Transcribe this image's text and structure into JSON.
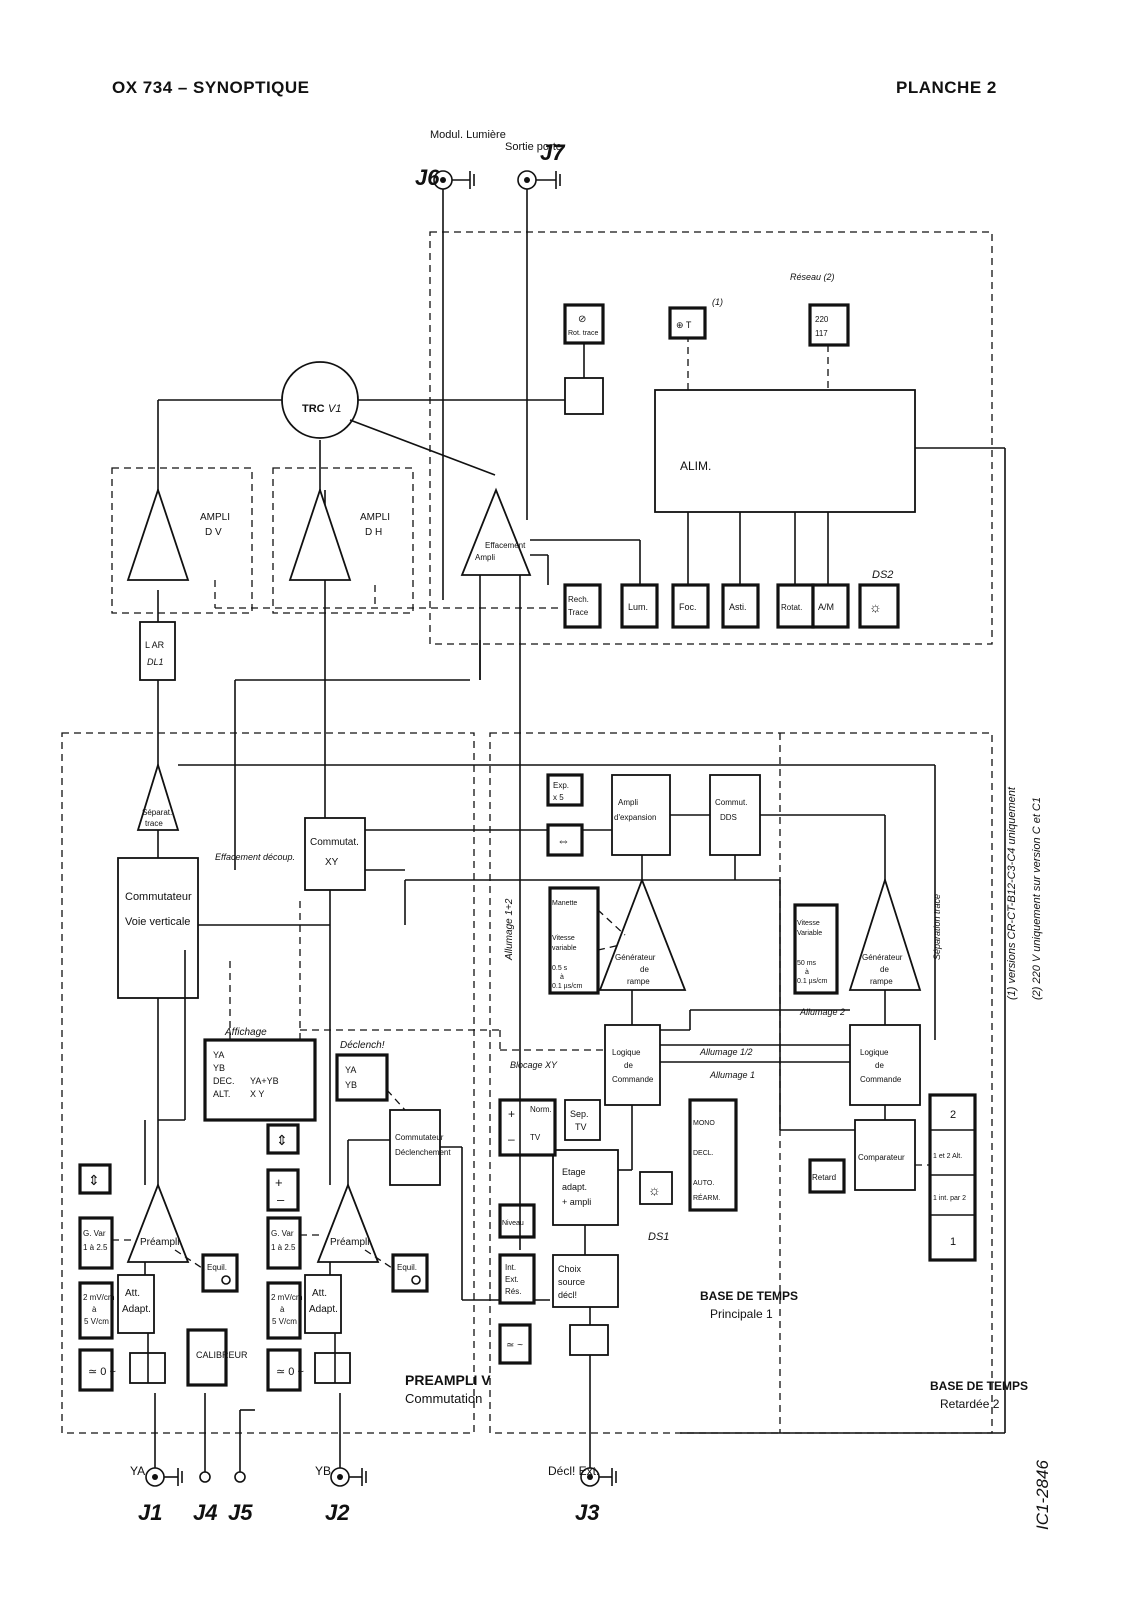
{
  "header": {
    "left_title": "OX 734  –   SYNOPTIQUE",
    "right_title": "PLANCHE 2"
  },
  "drawing_number": "IC1-2846",
  "notes": [
    "(1) versions CR-CT-B12-C3-C4 uniquement",
    "(2) 220 V uniquement sur version C et C1"
  ],
  "connectors": {
    "j1": "J1",
    "j1_sig": "YA",
    "j2": "J2",
    "j2_sig": "YB",
    "j3": "J3",
    "j3_sig": "Décl! Ext.",
    "j4": "J4",
    "j5": "J5",
    "j6": "J6",
    "j6_sig": "Modul. Lumière",
    "j7": "J7",
    "j7_sig": "Sortie porte"
  },
  "sections": {
    "preampli_line1": "PREAMPLI V",
    "preampli_line2": "Commutation",
    "bdt1_line1": "BASE DE TEMPS",
    "bdt1_line2": "Principale 1",
    "bdt2_line1": "BASE DE TEMPS",
    "bdt2_line2": "Retardée 2"
  },
  "blocks": {
    "calibreur": "CALIBREUR",
    "att_a": [
      "Att.",
      "Adapt."
    ],
    "att_b": [
      "Att.",
      "Adapt."
    ],
    "range_a": [
      "2 mV/cm",
      "à",
      "5 V/cm"
    ],
    "range_b": [
      "2 mV/cm",
      "à",
      "5 V/cm"
    ],
    "gvar_a": [
      "G. Var",
      "1 à 2.5"
    ],
    "gvar_b": [
      "G. Var",
      "1 à 2.5"
    ],
    "preampli": "Préampli",
    "equil": "Equil.",
    "commutateur_voie": [
      "Commutateur",
      "Voie verticale"
    ],
    "commutateur_decl": [
      "Commutateur",
      "Déclenchement"
    ],
    "mode_list": [
      "YA",
      "YB",
      "DEC.",
      "ALT.",
      "YA+YB",
      "X Y"
    ],
    "decl_list": [
      "YA",
      "YB"
    ],
    "separateur": [
      "Séparat.",
      "trace"
    ],
    "commut_xy": [
      "Commutat.",
      "XY"
    ],
    "ligne_retard": [
      "L AR",
      "DL1"
    ],
    "ampli_dv": [
      "AMPLI",
      "D V"
    ],
    "ampli_dh": [
      "AMPLI",
      "D H"
    ],
    "trc": "TRC",
    "trc_id": "V1",
    "ampli_eff": [
      "Ampli",
      "Effacement"
    ],
    "alim": "ALIM.",
    "rech_trace": [
      "Rech.",
      "Trace"
    ],
    "lum": "Lum.",
    "foc": "Foc.",
    "asti": "Asti.",
    "rotation": "Rotat.",
    "am": "A/M",
    "ds2": "DS2",
    "ds1": "DS1",
    "rot_trace": [
      "⊘",
      "Rot. trace"
    ],
    "choix_source": [
      "Choix",
      "source",
      "décl!"
    ],
    "etage_adapt": [
      "Etage",
      "adapt.",
      "+ ampli"
    ],
    "sep_tv": [
      "Sep.",
      "TV"
    ],
    "niveau": "Niveau",
    "int_ext_res": [
      "Int.",
      "Ext.",
      "Rés."
    ],
    "norm_tv": [
      "Norm.",
      "TV"
    ],
    "logique_1": [
      "Logique",
      "de",
      "Commande"
    ],
    "logique_2": [
      "Logique",
      "de",
      "Commande"
    ],
    "generateur_1": [
      "Générateur",
      "de",
      "rampe"
    ],
    "generateur_2": [
      "Générateur",
      "de",
      "rampe"
    ],
    "ampli_expansion": [
      "Ampli",
      "d'expansion"
    ],
    "commut_dds": [
      "Commut.",
      "DDS"
    ],
    "exp_x5": [
      "Exp.",
      "x 5"
    ],
    "vitesse_1": [
      "0.5 s",
      "à",
      "0.1 µs/cm"
    ],
    "vitesse_var_1": [
      "Vitesse",
      "variable"
    ],
    "manette": "Manette",
    "vitesse_2": [
      "50 ms",
      "à",
      "0.1 µs/cm"
    ],
    "vitesse_var_2": [
      "Vitesse",
      "Variable"
    ],
    "mode_decl": [
      "MONO",
      "DECL.",
      "AUTO.",
      "RÉARM."
    ],
    "comparateur": "Comparateur",
    "retard": "Retard",
    "bdt_switch": [
      "1",
      "1 int. par 2",
      "1 et 2 Alt.",
      "2"
    ],
    "fuse": "⊕ T",
    "reseau_box": [
      "220",
      "117"
    ],
    "reseau": "Réseau (2)",
    "note1_mark": "(1)"
  },
  "signals": {
    "effacement": "Effacement découp.",
    "affichage": "Affichage",
    "declench": "Déclench!",
    "blocage": "Blocage XY",
    "allumage_12": "Allumage 1+2",
    "allumage_2": "Allumage 2",
    "allumage_1": "Allumage 1",
    "allumage_12b": "Allumage 1/2",
    "separation": "Séparation trace"
  }
}
